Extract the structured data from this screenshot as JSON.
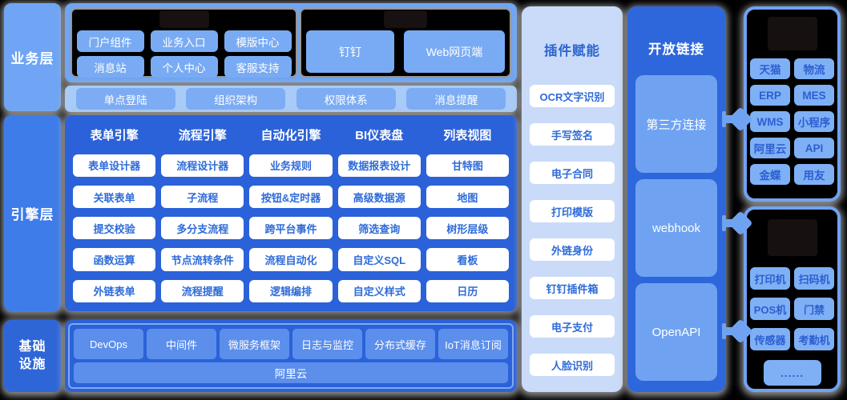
{
  "business_layer": {
    "label": "业务层",
    "groups": [
      {
        "items": [
          "门户组件",
          "业务入口",
          "模版中心",
          "消息站",
          "个人中心",
          "客服支持"
        ]
      },
      {
        "items": [
          "钉钉",
          "Web网页端"
        ]
      }
    ],
    "strip": [
      "单点登陆",
      "组织架构",
      "权限体系",
      "消息提醒"
    ]
  },
  "engine_layer": {
    "label": "引擎层",
    "columns": [
      {
        "header": "表单引擎",
        "items": [
          "表单设计器",
          "关联表单",
          "提交校验",
          "函数运算",
          "外链表单"
        ]
      },
      {
        "header": "流程引擎",
        "items": [
          "流程设计器",
          "子流程",
          "多分支流程",
          "节点流转条件",
          "流程提醒"
        ]
      },
      {
        "header": "自动化引擎",
        "items": [
          "业务规则",
          "按钮&定时器",
          "跨平台事件",
          "流程自动化",
          "逻辑编排"
        ]
      },
      {
        "header": "BI仪表盘",
        "items": [
          "数据报表设计",
          "高级数据源",
          "筛选查询",
          "自定义SQL",
          "自定义样式"
        ]
      },
      {
        "header": "列表视图",
        "items": [
          "甘特图",
          "地图",
          "树形层级",
          "看板",
          "日历"
        ]
      }
    ]
  },
  "infrastructure": {
    "label": "基础设施",
    "items": [
      "DevOps",
      "中间件",
      "微服务框架",
      "日志与监控",
      "分布式缓存",
      "IoT消息订阅"
    ],
    "platform": "阿里云"
  },
  "plugins": {
    "title": "插件赋能",
    "items": [
      "OCR文字识别",
      "手写签名",
      "电子合同",
      "打印模版",
      "外链身份",
      "钉钉插件箱",
      "电子支付",
      "人脸识别"
    ]
  },
  "open_links": {
    "title": "开放链接",
    "items": [
      "第三方连接",
      "webhook",
      "OpenAPI"
    ]
  },
  "right_panels": {
    "connections": {
      "items": [
        "天猫",
        "物流",
        "ERP",
        "MES",
        "WMS",
        "小程序",
        "阿里云",
        "API",
        "金蝶",
        "用友"
      ]
    },
    "devices": {
      "items": [
        "打印机",
        "扫码机",
        "POS机",
        "门禁",
        "传感器",
        "考勤机"
      ],
      "more": "......"
    }
  },
  "colors": {
    "business_light_blue": "#6FA5F4",
    "engine_navy": "#2B62D9",
    "engine_label_blue": "#3E7CE9",
    "strip_bg": "#A9CBF8",
    "plugin_panel_bg": "#C9DBF8",
    "open_links_bg": "#2E66DB",
    "light_box_blue": "#6FA3F2",
    "white_box_text_blue": "#2E6BD9",
    "infra_button_blue": "#5C8FEC",
    "panel_item_blue": "#7FB0F5"
  }
}
